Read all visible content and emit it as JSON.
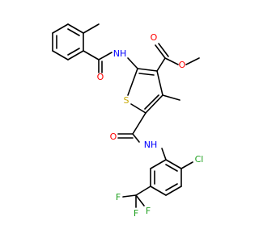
{
  "molecule": {
    "atoms": {
      "ester_o_carbonyl": {
        "label": "O",
        "color": "#ff0000"
      },
      "ester_o_ether": {
        "label": "O",
        "color": "#ff0000"
      },
      "amide1_nh": {
        "label": "NH",
        "color": "#0000ff"
      },
      "amide1_o": {
        "label": "O",
        "color": "#ff0000"
      },
      "thiophene_s": {
        "label": "S",
        "color": "#c8a800"
      },
      "amide2_o": {
        "label": "O",
        "color": "#ff0000"
      },
      "amide2_nh": {
        "label": "NH",
        "color": "#0000ff"
      },
      "cl": {
        "label": "Cl",
        "color": "#1fa01f"
      },
      "f1": {
        "label": "F",
        "color": "#1fa01f"
      },
      "f2": {
        "label": "F",
        "color": "#1fa01f"
      },
      "f3": {
        "label": "F",
        "color": "#1fa01f"
      }
    },
    "colors": {
      "bond": "#000000",
      "oxygen": "#ff0000",
      "nitrogen": "#0000ff",
      "sulfur": "#c8a800",
      "halogen": "#1fa01f"
    }
  }
}
